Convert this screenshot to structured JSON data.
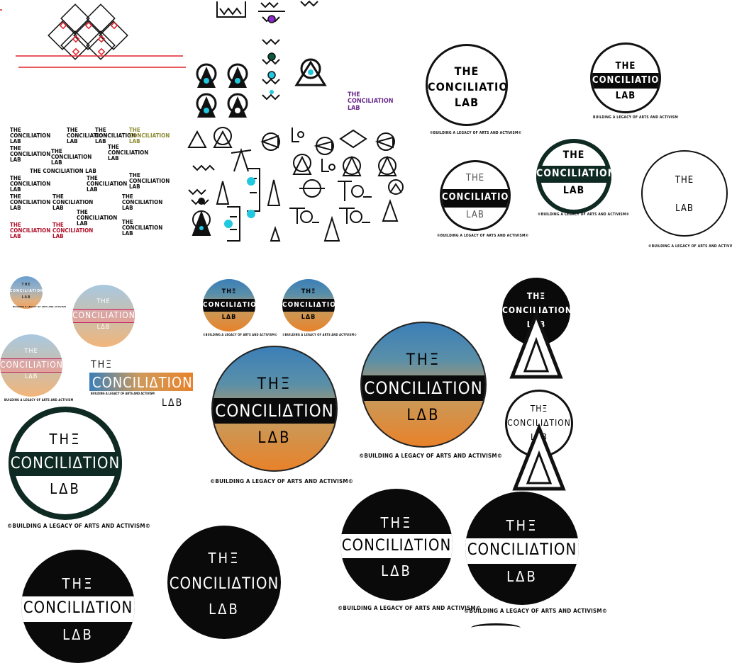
{
  "brand": {
    "the": "THE",
    "the_alt": "THΞ",
    "name": "CONCILIATION",
    "name_alt": "CONCILIΔTION",
    "lab": "LAB",
    "lab_alt": "LΔB",
    "tagline": "BUILDING A LEGACY OF ARTS AND ACTIVISM",
    "tagline_sym": "©BUILDING A LEGACY OF ARTS AND ACTIVISM©"
  },
  "sheet_labels": {
    "a": "THE CONCILIATION LAB",
    "b": "THE CONCILIATION LAB",
    "c": "THE LAB"
  },
  "glyph_text": {
    "tcl1": "TCL",
    "tcl2": "TCL",
    "tcl3": "TCL"
  },
  "colors": {
    "black": "#0a0a0a",
    "dark_green": "#0f2a22",
    "red": "#e0202a",
    "purple": "#6a2a8a",
    "cyan": "#22c8e0",
    "olive": "#8a8a30",
    "sky_blue": "#3b7fb8",
    "orange": "#e8822a"
  },
  "icons": [
    "diamond-lattice-icon",
    "triangle-in-circle-icon",
    "zigzag-person-icon",
    "tcl-monogram-icon"
  ]
}
